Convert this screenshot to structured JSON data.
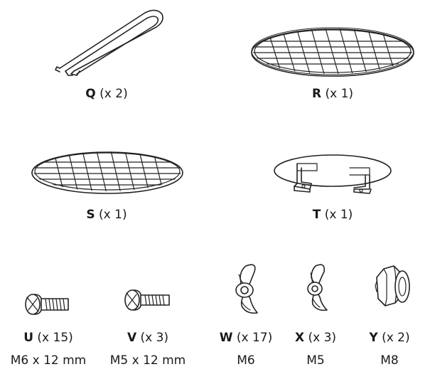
{
  "parts": [
    {
      "id": "Q",
      "letter": "Q",
      "qty": "(x 2)",
      "icon": "grill-handle-icon"
    },
    {
      "id": "R",
      "letter": "R",
      "qty": "(x 1)",
      "icon": "large-grill-grate-icon"
    },
    {
      "id": "S",
      "letter": "S",
      "qty": "(x 1)",
      "icon": "small-grill-grate-icon"
    },
    {
      "id": "T",
      "letter": "T",
      "qty": "(x 1)",
      "icon": "heat-plate-with-brackets-icon"
    },
    {
      "id": "U",
      "letter": "U",
      "qty": "(x 15)",
      "spec": "M6 x 12 mm",
      "icon": "bolt-m6-icon"
    },
    {
      "id": "V",
      "letter": "V",
      "qty": "(x 3)",
      "spec": "M5 x 12 mm",
      "icon": "bolt-m5-icon"
    },
    {
      "id": "W",
      "letter": "W",
      "qty": "(x 17)",
      "spec": "M6",
      "icon": "wing-nut-m6-icon"
    },
    {
      "id": "X",
      "letter": "X",
      "qty": "(x 3)",
      "spec": "M5",
      "icon": "wing-nut-m5-icon"
    },
    {
      "id": "Y",
      "letter": "Y",
      "qty": "(x 2)",
      "spec": "M8",
      "icon": "lock-nut-m8-icon"
    }
  ]
}
